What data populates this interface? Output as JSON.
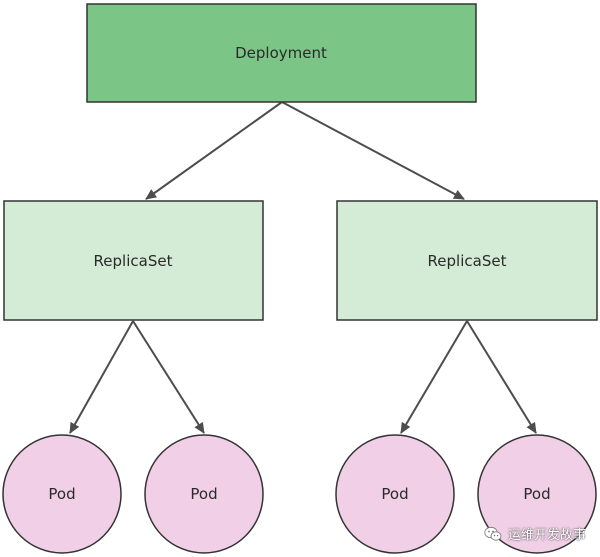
{
  "diagram": {
    "root": {
      "label": "Deployment",
      "color": "#7bc587"
    },
    "replicasets": [
      {
        "label": "ReplicaSet",
        "color": "#d4ecd6"
      },
      {
        "label": "ReplicaSet",
        "color": "#d4ecd6"
      }
    ],
    "pods": [
      {
        "label": "Pod",
        "color": "#f0cfe7"
      },
      {
        "label": "Pod",
        "color": "#f0cfe7"
      },
      {
        "label": "Pod",
        "color": "#f0cfe7"
      },
      {
        "label": "Pod",
        "color": "#f0cfe7"
      }
    ],
    "edge_color": "#4d4d4d",
    "border_color": "#333333"
  },
  "watermark": {
    "icon": "wechat-icon",
    "text": "运维开发故事"
  }
}
